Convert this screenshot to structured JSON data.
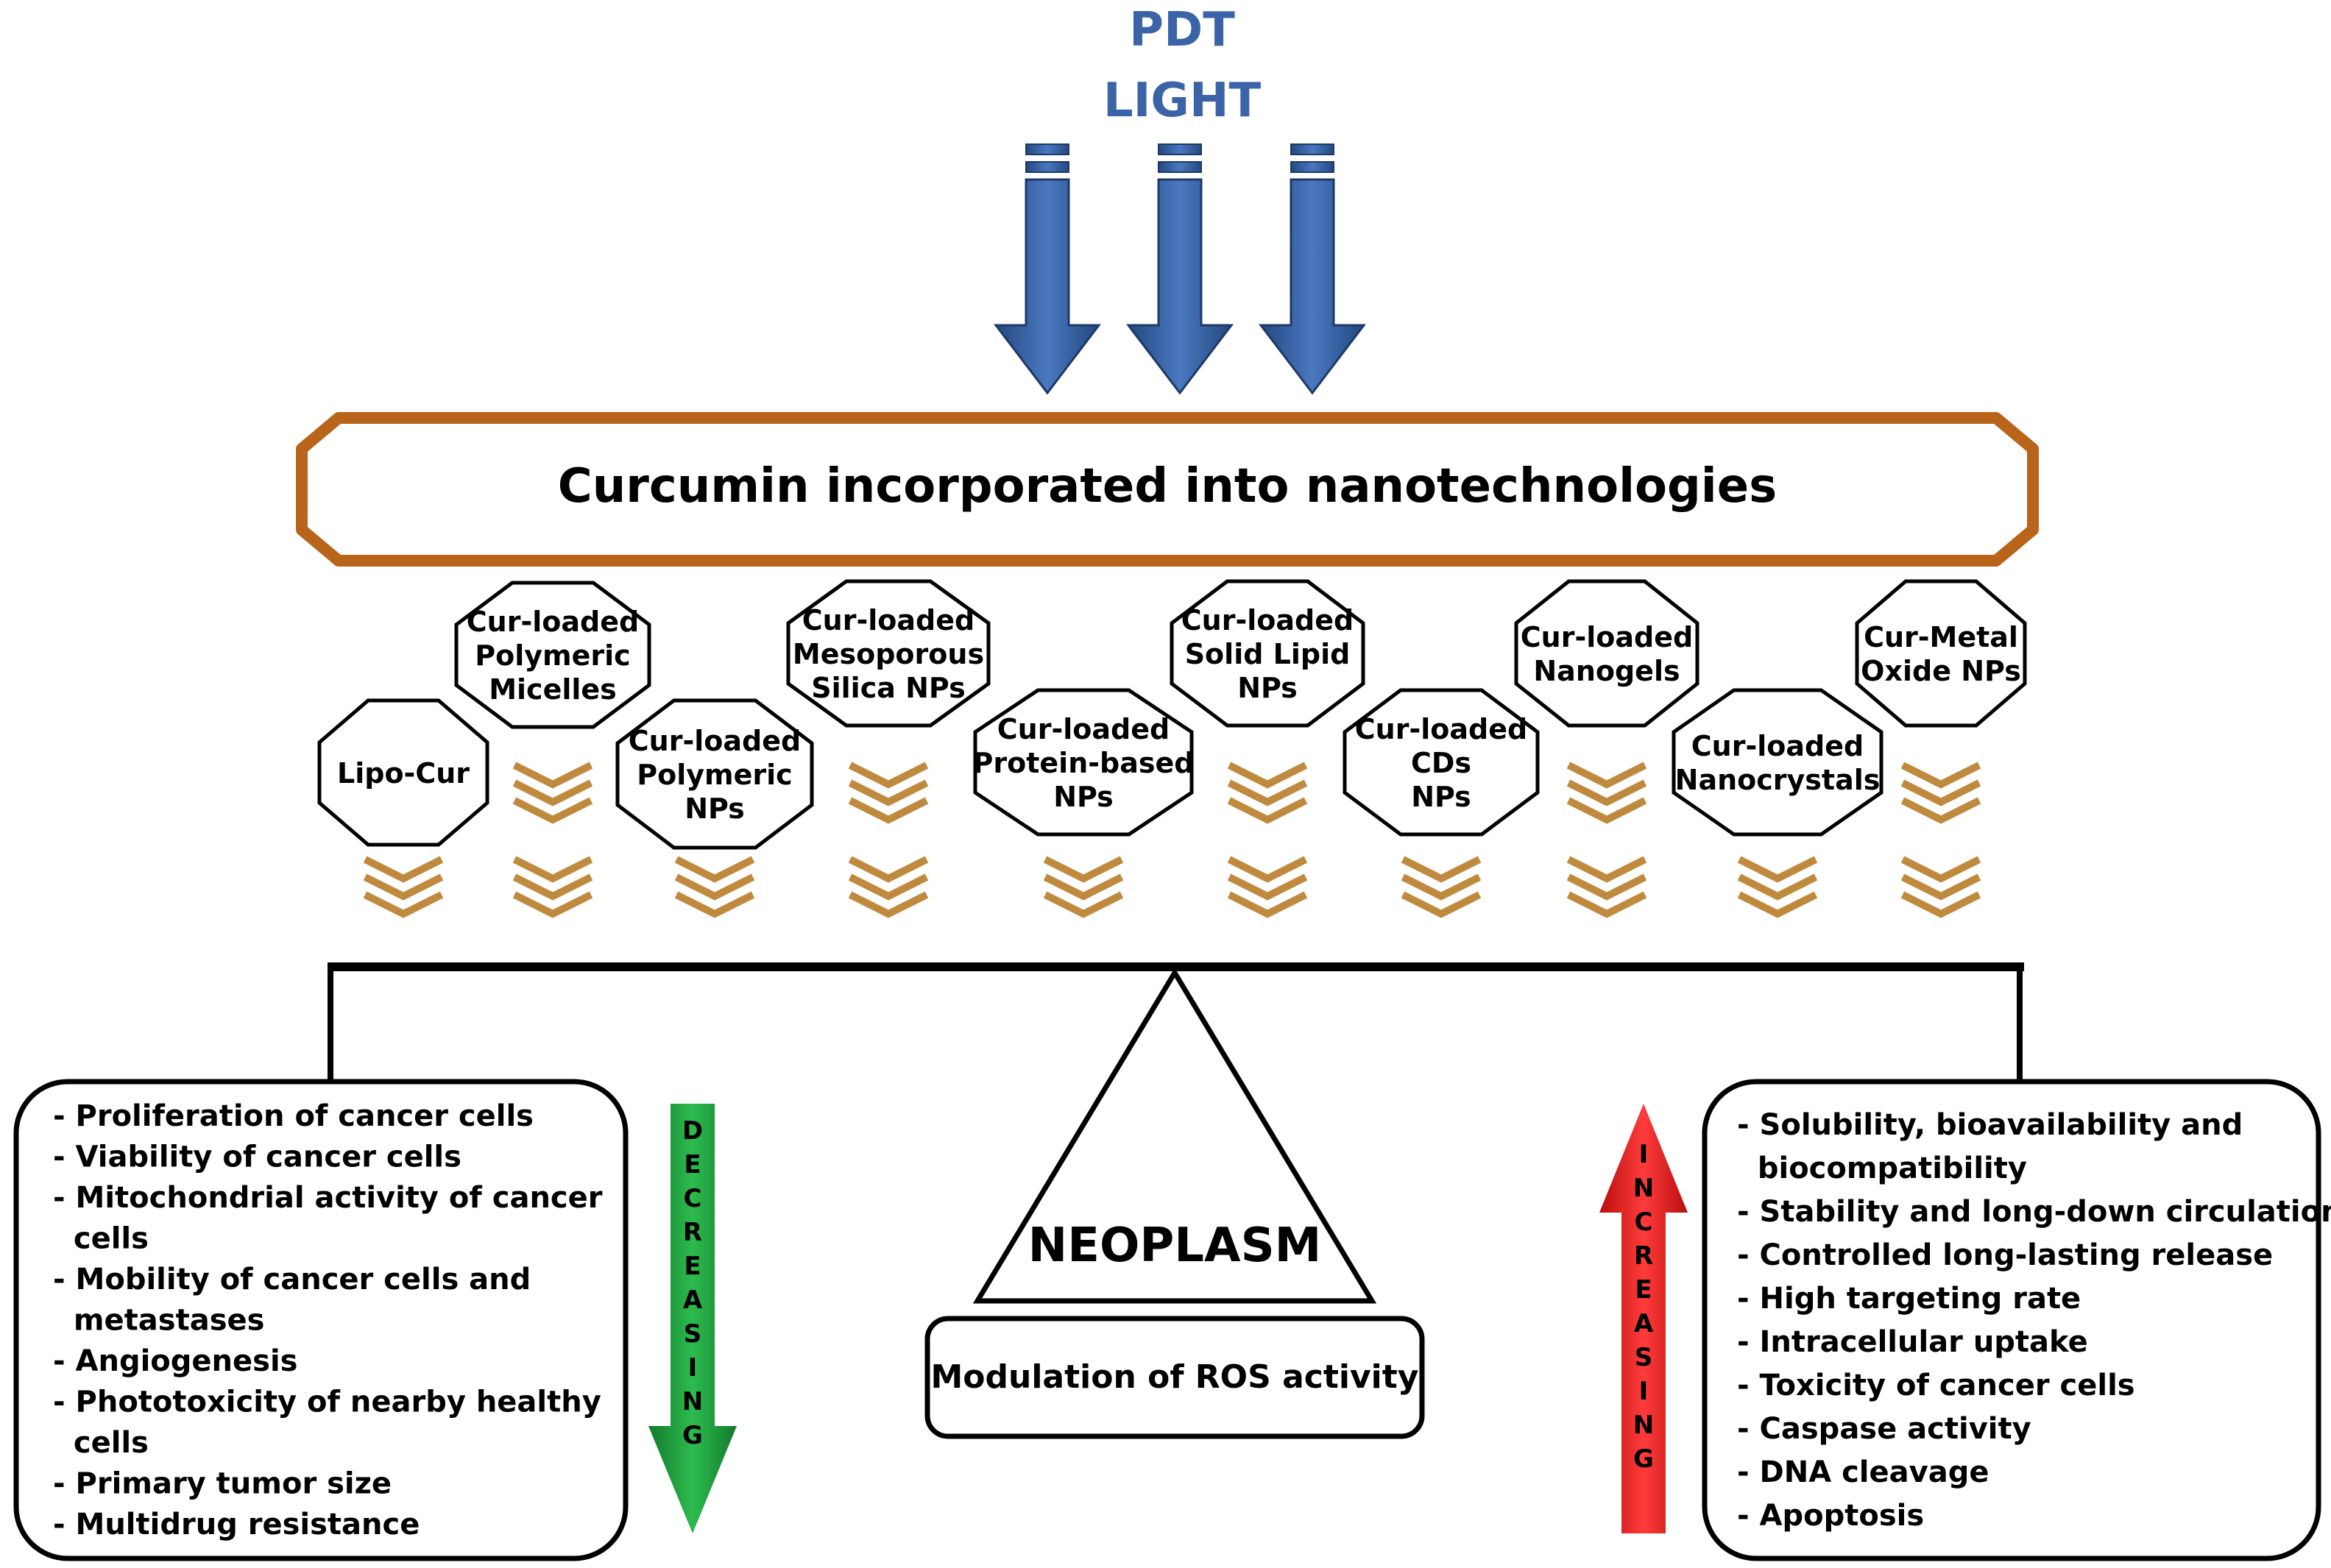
{
  "light": {
    "line1": "PDT",
    "line2": "LIGHT"
  },
  "banner": {
    "text": "Curcumin incorporated into nanotechnologies"
  },
  "carriers": [
    {
      "lines": [
        "Lipo-Cur"
      ]
    },
    {
      "lines": [
        "Cur-loaded",
        "Polymeric",
        "Micelles"
      ]
    },
    {
      "lines": [
        "Cur-loaded",
        "Polymeric",
        "NPs"
      ]
    },
    {
      "lines": [
        "Cur-loaded",
        "Mesoporous",
        "Silica NPs"
      ]
    },
    {
      "lines": [
        "Cur-loaded",
        "Protein-based",
        "NPs"
      ]
    },
    {
      "lines": [
        "Cur-loaded",
        "Solid Lipid",
        "NPs"
      ]
    },
    {
      "lines": [
        "Cur-loaded",
        "CDs",
        "NPs"
      ]
    },
    {
      "lines": [
        "Cur-loaded",
        "Nanogels"
      ]
    },
    {
      "lines": [
        "Cur-loaded",
        "Nanocrystals"
      ]
    },
    {
      "lines": [
        "Cur-Metal",
        "Oxide NPs"
      ]
    }
  ],
  "center": {
    "label": "NEOPLASM",
    "box": "Modulation of ROS activity"
  },
  "decreasing": {
    "label": "DECREASING",
    "lines": [
      "- Proliferation of cancer cells",
      "- Viability of cancer cells",
      "- Mitochondrial activity of cancer",
      "  cells",
      "- Mobility of cancer cells and",
      "  metastases",
      "- Angiogenesis",
      "- Phototoxicity of nearby healthy",
      "  cells",
      "- Primary tumor size",
      "- Multidrug resistance"
    ]
  },
  "increasing": {
    "label": "INCREASING",
    "lines": [
      "- Solubility, bioavailability and",
      "  biocompatibility",
      "- Stability and long-down circulation",
      "- Controlled long-lasting release",
      "- High targeting rate",
      "- Intracellular uptake",
      "- Toxicity of cancer cells",
      "- Caspase activity",
      "- DNA cleavage",
      "- Apoptosis"
    ]
  },
  "colors": {
    "light": "#3B64A8",
    "banner": "#B8651B",
    "chevron": "#C08A3E",
    "decreasing": "#1E9A3C",
    "increasing": "#E31B1B"
  }
}
